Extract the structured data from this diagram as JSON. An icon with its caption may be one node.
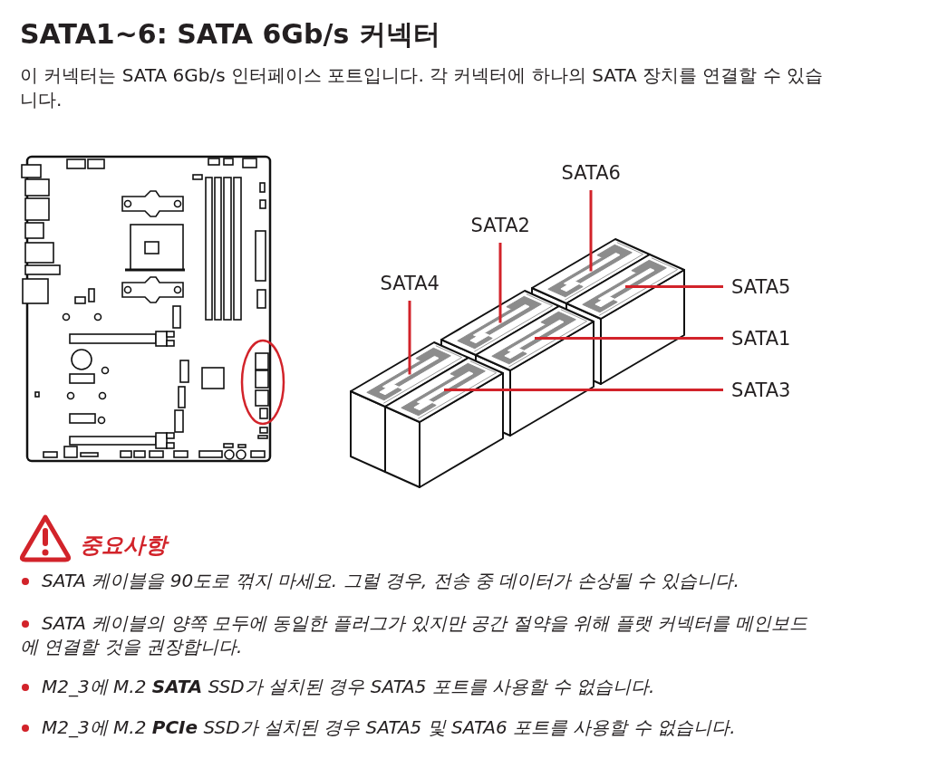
{
  "diagram": {
    "title": "SATA1~6: SATA 6Gb/s 커넥터",
    "nodes": [
      {
        "text": [
          "SATA6"
        ]
      },
      {
        "text": [
          "SATA2"
        ]
      },
      {
        "text": [
          "SATA4"
        ]
      },
      {
        "text": [
          "SATA5"
        ]
      },
      {
        "text": [
          "SATA1"
        ]
      },
      {
        "text": [
          "SATA3"
        ]
      },
      {
        "text": [],
        "shape": "box"
      },
      {
        "text": [],
        "shape": "box"
      },
      {
        "text": [],
        "shape": "box"
      },
      {
        "text": [],
        "shape": "box"
      },
      {
        "text": [],
        "shape": "box"
      },
      {
        "text": [],
        "shape": "box"
      }
    ],
    "edges": [
      {
        "from": 0,
        "to": 10,
        "arrow": "none"
      },
      {
        "from": 1,
        "to": 8,
        "arrow": "none"
      },
      {
        "from": 2,
        "to": 6,
        "arrow": "none"
      },
      {
        "from": 3,
        "to": 11,
        "arrow": "none"
      },
      {
        "from": 4,
        "to": 9,
        "arrow": "none"
      },
      {
        "from": 5,
        "to": 7,
        "arrow": "none"
      }
    ],
    "labels": [
      "이 커넥터는 SATA 6Gb/s 인터페이스 포트입니다. 각 커넥터에 하나의 SATA 장치를 연결할 수 있습니다.",
      "중요사항",
      "SATA 케이블을 90도로 꺾지 마세요. 그럴 경우, 전송 중 데이터가 손상될 수 있습니다.",
      "SATA 케이블의 양쪽 모두에 동일한 플러그가 있지만 공간 절약을 위해 플랫 커넥터를 메인보드에 연결할 것을 권장합니다.",
      "M2_3에 M.2 **SATA** SSD가 설치된 경우 SATA5 포트를 사용할 수 없습니다.",
      "M2_3에 M.2 **PCIe** SSD가 설치된 경우 SATA5 및 SATA6 포트를 사용할 수 없습니다."
    ]
  }
}
